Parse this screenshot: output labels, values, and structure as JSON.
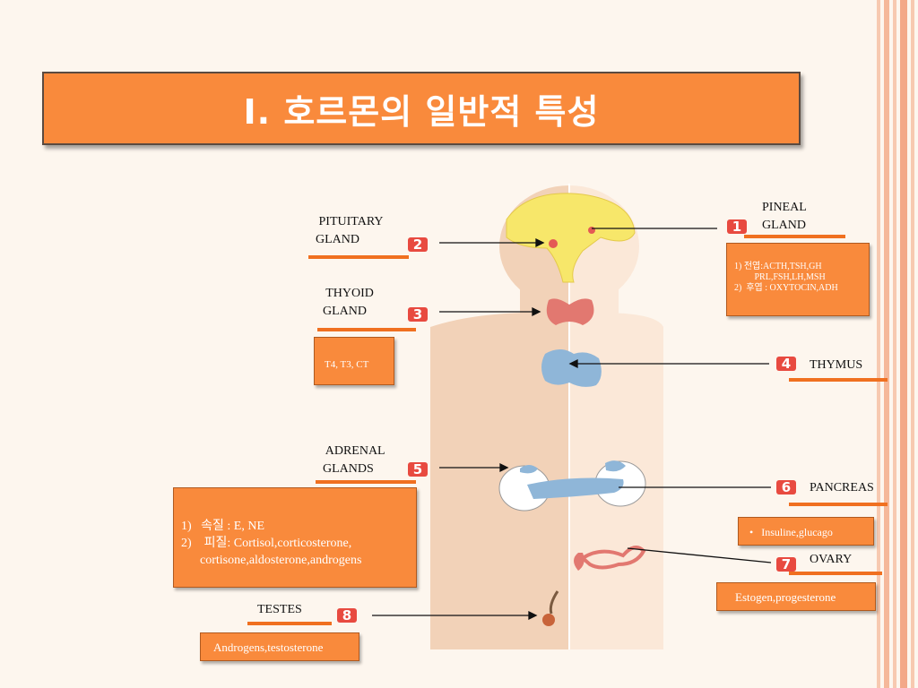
{
  "title": "I. 호르몬의 일반적 특성",
  "glands": [
    {
      "number": "1",
      "label": "PINEAL\nGLAND"
    },
    {
      "number": "2",
      "label": " PITUITARY\nGLAND"
    },
    {
      "number": "3",
      "label": " THYOID\nGLAND"
    },
    {
      "number": "4",
      "label": "THYMUS"
    },
    {
      "number": "5",
      "label": " ADRENAL\nGLANDS"
    },
    {
      "number": "6",
      "label": "PANCREAS"
    },
    {
      "number": "7",
      "label": "OVARY"
    },
    {
      "number": "8",
      "label": "TESTES"
    }
  ],
  "boxes": {
    "pituitary": [
      "1) 전엽:ACTH,TSH,GH",
      "         PRL,FSH,LH,MSH",
      "2)  후엽 : OXYTOCIN,ADH"
    ],
    "thyroid": "T4, T3, CT",
    "adrenal": [
      "1)   속질 : E, NE",
      "2)    피질: Cortisol,corticosterone,",
      "      cortisone,aldosterone,androgens"
    ],
    "pancreas": "•   Insuline,glucago",
    "ovary": "Estogen,progesterone",
    "testes": "Androgens,testosterone"
  },
  "colors": {
    "accent": "#f98a3c",
    "underline": "#f07020",
    "number": "#e84a40",
    "background": "#fdf6ee"
  }
}
